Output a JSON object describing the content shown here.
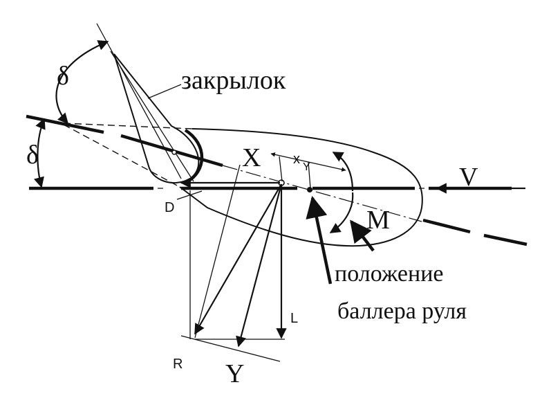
{
  "labels": {
    "delta_top": "δ",
    "delta_left": "δ",
    "flap": "закрылок",
    "x_force": "X",
    "x_offset": "x",
    "x_offset_sub": "Y",
    "velocity": "V",
    "drag": "D",
    "moment": "M",
    "lift": "L",
    "resultant": "R",
    "y_force": "Y",
    "stock_line1": "положение",
    "stock_line2": "баллера руля"
  }
}
